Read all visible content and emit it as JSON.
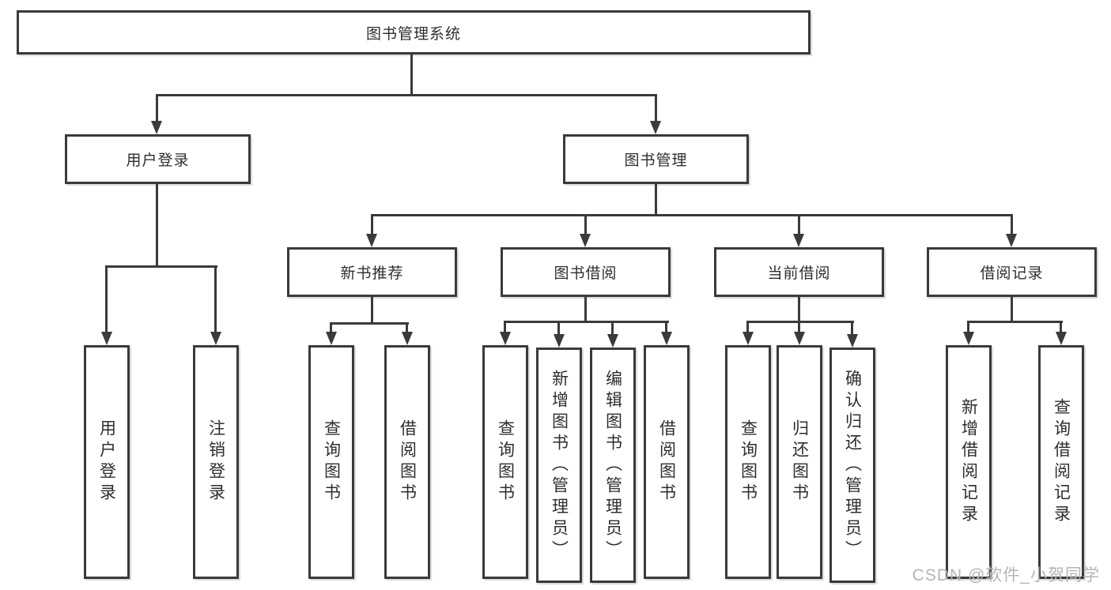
{
  "colors": {
    "line": "#3a3a3a",
    "box_bg": "#ffffff",
    "text": "#2e2e2e",
    "watermark": "#b4b4b8"
  },
  "chart_data": {
    "type": "tree",
    "title": "图书管理系统",
    "hierarchy": {
      "图书管理系统": {
        "用户登录": [
          "用户登录",
          "注销登录"
        ],
        "图书管理": {
          "新书推荐": [
            "查询图书",
            "借阅图书"
          ],
          "图书借阅": [
            "查询图书",
            "新增图书（管理员）",
            "编辑图书（管理员）",
            "借阅图书"
          ],
          "当前借阅": [
            "查询图书",
            "归还图书",
            "确认归还（管理员）"
          ],
          "借阅记录": [
            "新增借阅记录",
            "查询借阅记录"
          ]
        }
      }
    }
  },
  "nodes": {
    "root": {
      "label": "图书管理系统"
    },
    "user_login": {
      "label": "用户登录"
    },
    "book_mgmt": {
      "label": "图书管理"
    },
    "new_book_rec": {
      "label": "新书推荐"
    },
    "book_borrow": {
      "label": "图书借阅"
    },
    "current_borrow": {
      "label": "当前借阅"
    },
    "borrow_records": {
      "label": "借阅记录"
    },
    "leaf_user_login": {
      "label": "用户登录"
    },
    "leaf_logout": {
      "label": "注销登录"
    },
    "leaf_query_book_1": {
      "label": "查询图书"
    },
    "leaf_borrow_book_1": {
      "label": "借阅图书"
    },
    "leaf_query_book_2": {
      "label": "查询图书"
    },
    "leaf_add_book": {
      "label": "新增图书（管理员）"
    },
    "leaf_edit_book": {
      "label": "编辑图书（管理员）"
    },
    "leaf_borrow_book_2": {
      "label": "借阅图书"
    },
    "leaf_query_book_3": {
      "label": "查询图书"
    },
    "leaf_return_book": {
      "label": "归还图书"
    },
    "leaf_confirm_return": {
      "label": "确认归还（管理员）"
    },
    "leaf_add_record": {
      "label": "新增借阅记录"
    },
    "leaf_query_record": {
      "label": "查询借阅记录"
    }
  },
  "watermark": {
    "text": "CSDN @软件_小贺同学"
  }
}
